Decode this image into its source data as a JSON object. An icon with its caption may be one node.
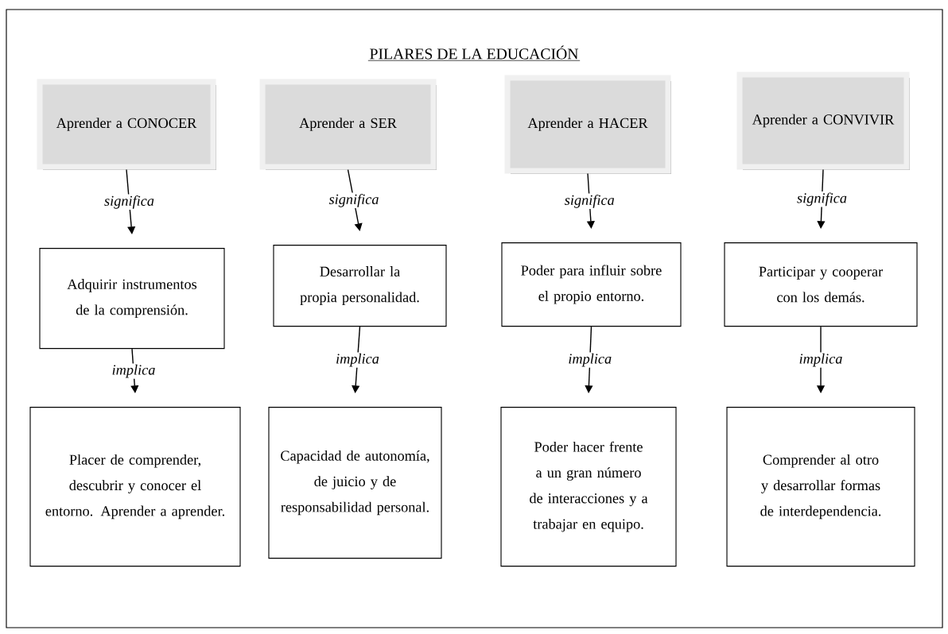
{
  "diagram": {
    "title": "PILARES DE LA EDUCACIÓN",
    "nodes": [
      {
        "text": [
          "Aprender a CONOCER"
        ]
      },
      {
        "text": [
          "Aprender a SER"
        ]
      },
      {
        "text": [
          "Aprender a HACER"
        ]
      },
      {
        "text": [
          "Aprender a CONVIVIR"
        ]
      },
      {
        "text": [
          "Adquirir instrumentos de la comprensión."
        ]
      },
      {
        "text": [
          "Desarrollar la propia personalidad."
        ]
      },
      {
        "text": [
          "Poder para influir sobre el propio entorno."
        ]
      },
      {
        "text": [
          "Participar y cooperar con los demás."
        ]
      },
      {
        "text": [
          "Placer de comprender, descubrir y conocer el entorno. Aprender a aprender."
        ]
      },
      {
        "text": [
          "Capacidad de autonomía, de juicio y de responsabilidad personal."
        ]
      },
      {
        "text": [
          "Poder hacer frente a un gran número de interacciones y a trabajar en equipo."
        ]
      },
      {
        "text": [
          "Comprender al otro y desarrollar formas de interdependencia."
        ]
      }
    ],
    "edges": [
      {
        "from": 0,
        "to": 4,
        "arrow": "to",
        "label": "significa"
      },
      {
        "from": 1,
        "to": 5,
        "arrow": "to",
        "label": "significa"
      },
      {
        "from": 2,
        "to": 6,
        "arrow": "to",
        "label": "significa"
      },
      {
        "from": 3,
        "to": 7,
        "arrow": "to",
        "label": "significa"
      },
      {
        "from": 4,
        "to": 8,
        "arrow": "to",
        "label": "implica"
      },
      {
        "from": 5,
        "to": 9,
        "arrow": "to",
        "label": "implica"
      },
      {
        "from": 6,
        "to": 10,
        "arrow": "to",
        "label": "implica"
      },
      {
        "from": 7,
        "to": 11,
        "arrow": "to",
        "label": "implica"
      }
    ]
  }
}
